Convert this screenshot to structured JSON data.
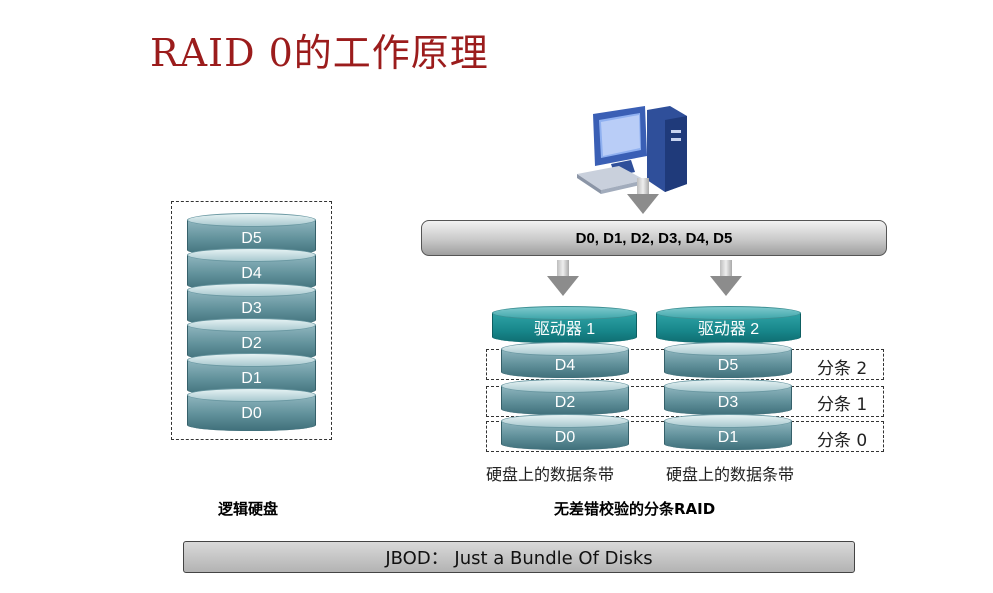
{
  "title": "RAID 0的工作原理",
  "logical_disk": {
    "disks": [
      "D5",
      "D4",
      "D3",
      "D2",
      "D1",
      "D0"
    ],
    "caption": "逻辑硬盘"
  },
  "bus": {
    "label": "D0, D1, D2, D3, D4, D5"
  },
  "drives": [
    {
      "label": "驱动器 1",
      "stripes": [
        "D4",
        "D2",
        "D0"
      ]
    },
    {
      "label": "驱动器 2",
      "stripes": [
        "D5",
        "D3",
        "D1"
      ]
    }
  ],
  "stripe_labels": [
    "分条 2",
    "分条 1",
    "分条 0"
  ],
  "drive_caption": "硬盘上的数据条带",
  "raid_caption": "无差错校验的分条RAID",
  "footer": "JBOD：  Just a Bundle Of Disks",
  "icons": {
    "computer": "computer-icon",
    "arrow": "down-arrow-icon"
  }
}
